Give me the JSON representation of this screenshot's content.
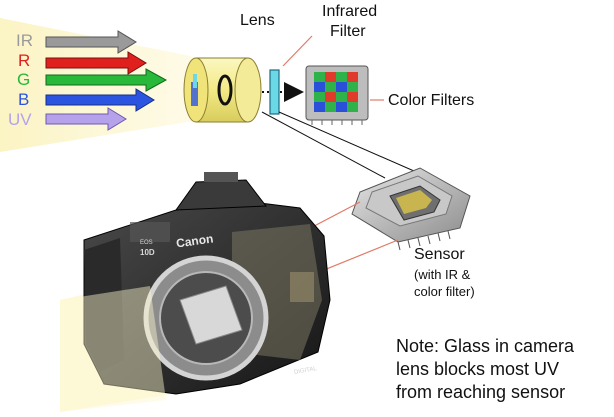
{
  "bands": [
    {
      "label": "IR",
      "color": "#9a9a9a"
    },
    {
      "label": "R",
      "color": "#e0201c"
    },
    {
      "label": "G",
      "color": "#28b83a"
    },
    {
      "label": "B",
      "color": "#2b55e0"
    },
    {
      "label": "UV",
      "color": "#b6a2ea"
    }
  ],
  "labels": {
    "lens": "Lens",
    "infrared_filter_line1": "Infrared",
    "infrared_filter_line2": "Filter",
    "color_filters": "Color Filters",
    "sensor": "Sensor",
    "sensor_note_line1": "(with IR &",
    "sensor_note_line2": "color filter)",
    "note_line1": "Note: Glass in camera",
    "note_line2": "lens blocks most UV",
    "note_line3": "from reaching sensor"
  },
  "camera": {
    "brand": "Canon",
    "model_line1": "EOS",
    "model_line2": "10D",
    "badge": "DIGITAL"
  },
  "colors": {
    "light_beam": "#fdf7cf",
    "lens_body": "#f6ef9a",
    "filter": "#6ad8e6",
    "bayer_red": "#e03a2a",
    "bayer_green": "#2fb24a",
    "bayer_blue": "#2a4fd8",
    "guide_line": "#e07a66"
  }
}
